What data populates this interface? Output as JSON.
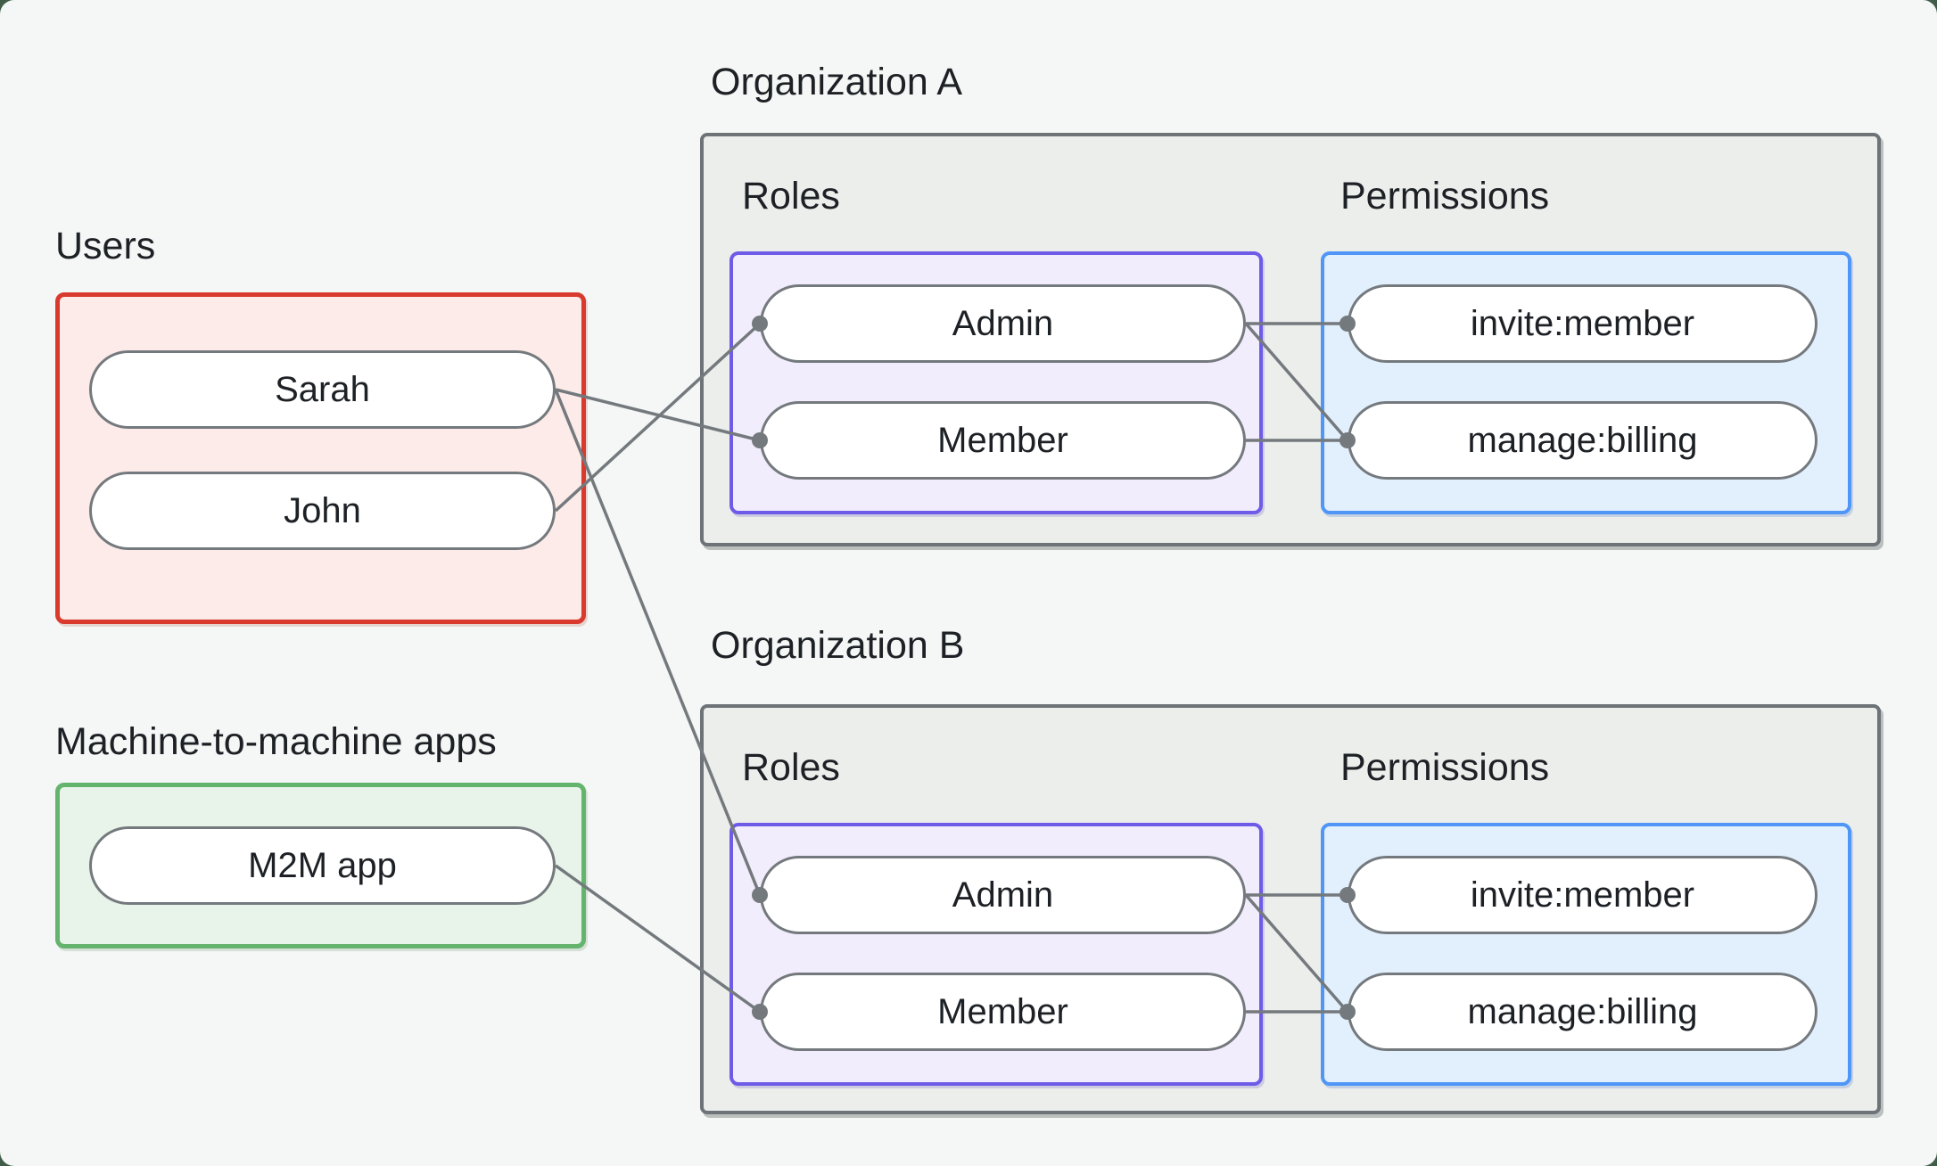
{
  "users_section": {
    "label": "Users",
    "items": [
      {
        "label": "Sarah"
      },
      {
        "label": "John"
      }
    ],
    "border_color": "#d93a2e",
    "fill_color": "#fcebe8"
  },
  "m2m_section": {
    "label": "Machine-to-machine apps",
    "items": [
      {
        "label": "M2M app"
      }
    ],
    "border_color": "#65b46e",
    "fill_color": "#e8f4e9"
  },
  "organizations": [
    {
      "title": "Organization A",
      "roles_label": "Roles",
      "permissions_label": "Permissions",
      "roles": [
        {
          "label": "Admin"
        },
        {
          "label": "Member"
        }
      ],
      "permissions": [
        {
          "label": "invite:member"
        },
        {
          "label": "manage:billing"
        }
      ]
    },
    {
      "title": "Organization B",
      "roles_label": "Roles",
      "permissions_label": "Permissions",
      "roles": [
        {
          "label": "Admin"
        },
        {
          "label": "Member"
        }
      ],
      "permissions": [
        {
          "label": "invite:member"
        },
        {
          "label": "manage:billing"
        }
      ]
    }
  ],
  "connections": [
    {
      "from": "Sarah",
      "to": "Organization A / Member"
    },
    {
      "from": "John",
      "to": "Organization A / Admin"
    },
    {
      "from": "Sarah",
      "to": "Organization B / Admin"
    },
    {
      "from": "M2M app",
      "to": "Organization B / Member"
    },
    {
      "from": "Organization A / Admin",
      "to": "Organization A / invite:member"
    },
    {
      "from": "Organization A / Admin",
      "to": "Organization A / manage:billing"
    },
    {
      "from": "Organization A / Member",
      "to": "Organization A / manage:billing"
    },
    {
      "from": "Organization B / Admin",
      "to": "Organization B / invite:member"
    },
    {
      "from": "Organization B / Admin",
      "to": "Organization B / manage:billing"
    },
    {
      "from": "Organization B / Member",
      "to": "Organization B / manage:billing"
    }
  ],
  "colors": {
    "page_background": "#f4f7f5",
    "outside_background": "#3f5d48",
    "org_box_fill": "#eceeec",
    "org_box_border": "#6d7377",
    "roles_box_border": "#6e5be8",
    "roles_box_fill": "#f2edfc",
    "permissions_box_border": "#4f96f7",
    "permissions_box_fill": "#e2effd",
    "pill_border": "#74797d",
    "connector": "#74797d",
    "text": "#1d2125"
  }
}
